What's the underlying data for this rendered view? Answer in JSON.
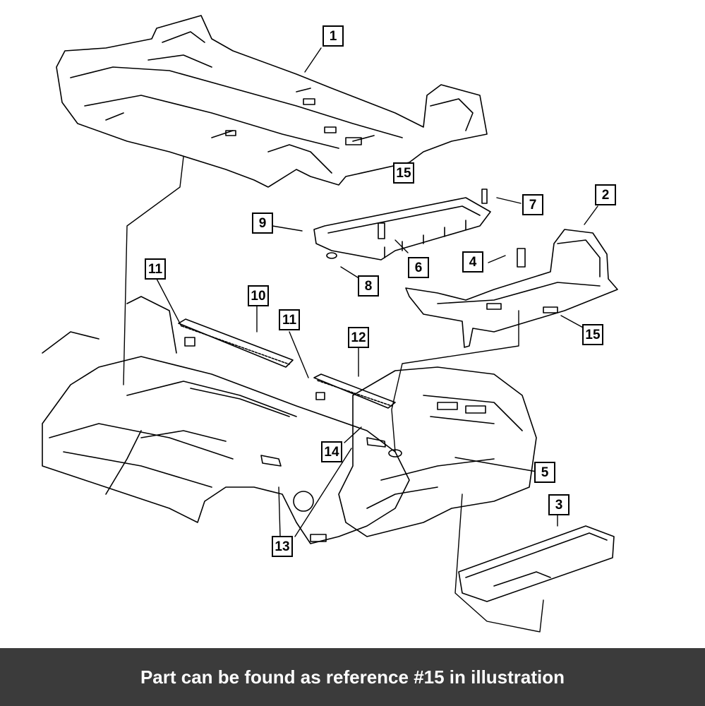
{
  "callouts": {
    "c1": "1",
    "c2": "2",
    "c3": "3",
    "c4": "4",
    "c5": "5",
    "c6": "6",
    "c7": "7",
    "c8": "8",
    "c9": "9",
    "c10": "10",
    "c11a": "11",
    "c11b": "11",
    "c12": "12",
    "c13": "13",
    "c14": "14",
    "c15a": "15",
    "c15b": "15"
  },
  "caption": "Part can be found as reference #15 in illustration",
  "colors": {
    "footer_bg": "#3b3b3b",
    "footer_text": "#ffffff",
    "line": "#000000"
  }
}
